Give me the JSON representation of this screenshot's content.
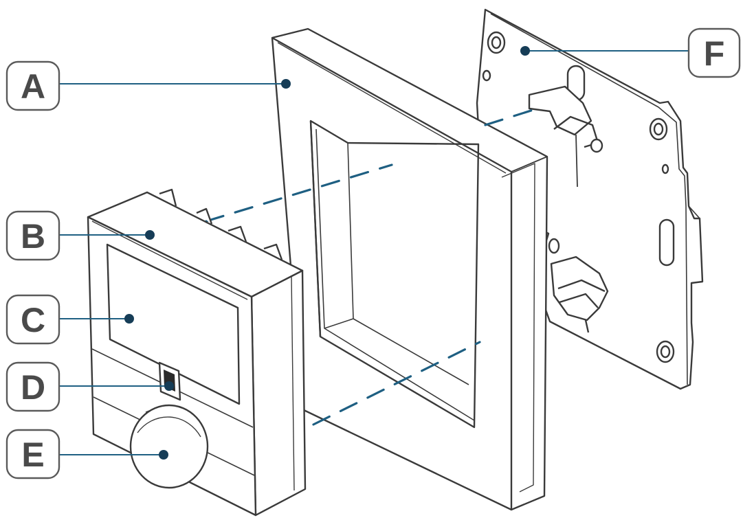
{
  "diagram": {
    "labels": {
      "a": "A",
      "b": "B",
      "c": "C",
      "d": "D",
      "e": "E",
      "f": "F"
    },
    "colors": {
      "outline": "#3a3a3a",
      "leader": "#1e5f82",
      "label_border": "#5a5a5a",
      "label_text": "#4a4a4a"
    }
  }
}
